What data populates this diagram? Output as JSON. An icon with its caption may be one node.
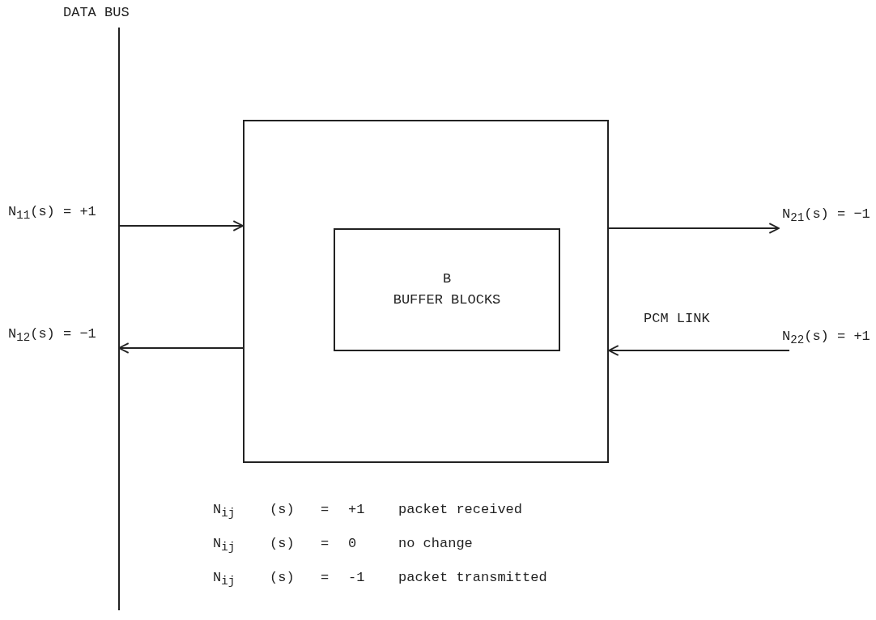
{
  "diagram": {
    "nodes": [
      {
        "text": [
          "DATA BUS"
        ]
      },
      {
        "text": [],
        "shape": "box"
      },
      {
        "text": [
          "B",
          "BUFFER BLOCKS"
        ],
        "in": 1
      }
    ],
    "edges": [
      {
        "from": 0,
        "to": 1,
        "arrow": "to",
        "label": "N$_{11}$(s) = +1"
      },
      {
        "from": 1,
        "to": 0,
        "arrow": "to",
        "label": "N$_{12}$(s) = −1"
      },
      {
        "from": 1,
        "to": null,
        "arrow": "to",
        "label": "N$_{21}$(s) = −1"
      },
      {
        "from": null,
        "to": 1,
        "arrow": "to",
        "label": "N$_{22}$(s) = +1"
      }
    ],
    "labels": [
      "PCM LINK",
      "N$_{ij}$",
      "(s)",
      "=",
      "+1",
      "packet received",
      "N$_{ij}$",
      "(s)",
      "=",
      "0",
      "no change",
      "N$_{ij}$",
      "(s)",
      "=",
      "-1",
      "packet transmitted"
    ]
  }
}
